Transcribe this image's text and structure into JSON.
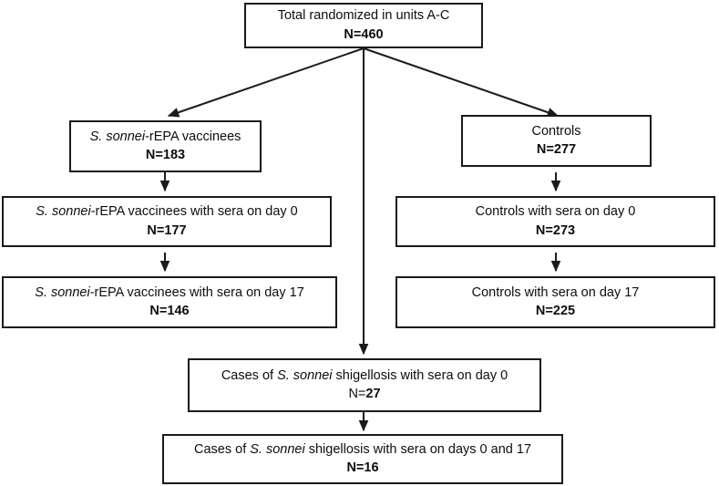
{
  "figure": {
    "type": "flowchart",
    "orientation": "top-down",
    "title": "Participant flow diagram",
    "line_color": "#1a1a1a",
    "background": "#ffffff"
  },
  "nodes": {
    "total": {
      "label_parts": [
        {
          "text": "Total randomized in units A-C",
          "italic": false
        }
      ],
      "label_plain": "Total randomized in units A-C",
      "count_prefix": "N=",
      "count_value": "460",
      "count_plain": "N=460",
      "count_bold_all": true
    },
    "vaccinees": {
      "label_parts": [
        {
          "text": "S. sonnei",
          "italic": true
        },
        {
          "text": "-rEPA vaccinees",
          "italic": false
        }
      ],
      "label_plain": "S. sonnei-rEPA vaccinees",
      "count_prefix": "N=",
      "count_value": "183",
      "count_plain": "N=183",
      "count_bold_all": true
    },
    "controls": {
      "label_parts": [
        {
          "text": "Controls",
          "italic": false
        }
      ],
      "label_plain": "Controls",
      "count_prefix": "N=",
      "count_value": "277",
      "count_plain": "N=277",
      "count_bold_all": true
    },
    "vaccinees_day0": {
      "label_parts": [
        {
          "text": "S. sonnei",
          "italic": true
        },
        {
          "text": "-rEPA vaccinees with sera on day 0",
          "italic": false
        }
      ],
      "label_plain": "S. sonnei-rEPA vaccinees with sera on day 0",
      "count_prefix": "N=",
      "count_value": "177",
      "count_plain": "N=177",
      "count_bold_all": true
    },
    "controls_day0": {
      "label_parts": [
        {
          "text": "Controls with sera on day 0",
          "italic": false
        }
      ],
      "label_plain": "Controls with sera on day 0",
      "count_prefix": "N=",
      "count_value": "273",
      "count_plain": "N=273",
      "count_bold_all": true
    },
    "vaccinees_day17": {
      "label_parts": [
        {
          "text": "S. sonnei",
          "italic": true
        },
        {
          "text": "-rEPA vaccinees with sera on day 17",
          "italic": false
        }
      ],
      "label_plain": "S. sonnei-rEPA vaccinees with sera on day 17",
      "count_prefix": "N=",
      "count_value": "146",
      "count_plain": "N=146",
      "count_bold_all": true
    },
    "controls_day17": {
      "label_parts": [
        {
          "text": "Controls with sera on day 17",
          "italic": false
        }
      ],
      "label_plain": "Controls with sera on day 17",
      "count_prefix": "N=",
      "count_value": "225",
      "count_plain": "N=225",
      "count_bold_all": true
    },
    "cases_day0": {
      "label_parts": [
        {
          "text": "Cases of ",
          "italic": false
        },
        {
          "text": "S. sonnei",
          "italic": true
        },
        {
          "text": " shigellosis with sera on day 0",
          "italic": false
        }
      ],
      "label_plain": "Cases of S. sonnei shigellosis with sera on day 0",
      "count_prefix": "N=",
      "count_value": "27",
      "count_plain": "N=27",
      "count_bold_all": false
    },
    "cases_day0_and_17": {
      "label_parts": [
        {
          "text": "Cases of ",
          "italic": false
        },
        {
          "text": "S. sonnei",
          "italic": true
        },
        {
          "text": " shigellosis with sera on days 0 and 17",
          "italic": false
        }
      ],
      "label_plain": "Cases of S. sonnei shigellosis with sera on days 0 and 17",
      "count_prefix": "N=",
      "count_value": "16",
      "count_plain": "N=16",
      "count_bold_all": true
    }
  },
  "edges": [
    {
      "from": "total",
      "to": "vaccinees",
      "style": "diagonal-left-arrow"
    },
    {
      "from": "total",
      "to": "controls",
      "style": "diagonal-right-arrow"
    },
    {
      "from": "total",
      "to": "cases_day0",
      "style": "vertical-long-arrow"
    },
    {
      "from": "vaccinees",
      "to": "vaccinees_day0",
      "style": "vertical-arrow"
    },
    {
      "from": "vaccinees_day0",
      "to": "vaccinees_day17",
      "style": "vertical-arrow"
    },
    {
      "from": "controls",
      "to": "controls_day0",
      "style": "vertical-arrow"
    },
    {
      "from": "controls_day0",
      "to": "controls_day17",
      "style": "vertical-arrow"
    },
    {
      "from": "cases_day0",
      "to": "cases_day0_and_17",
      "style": "vertical-arrow"
    }
  ]
}
